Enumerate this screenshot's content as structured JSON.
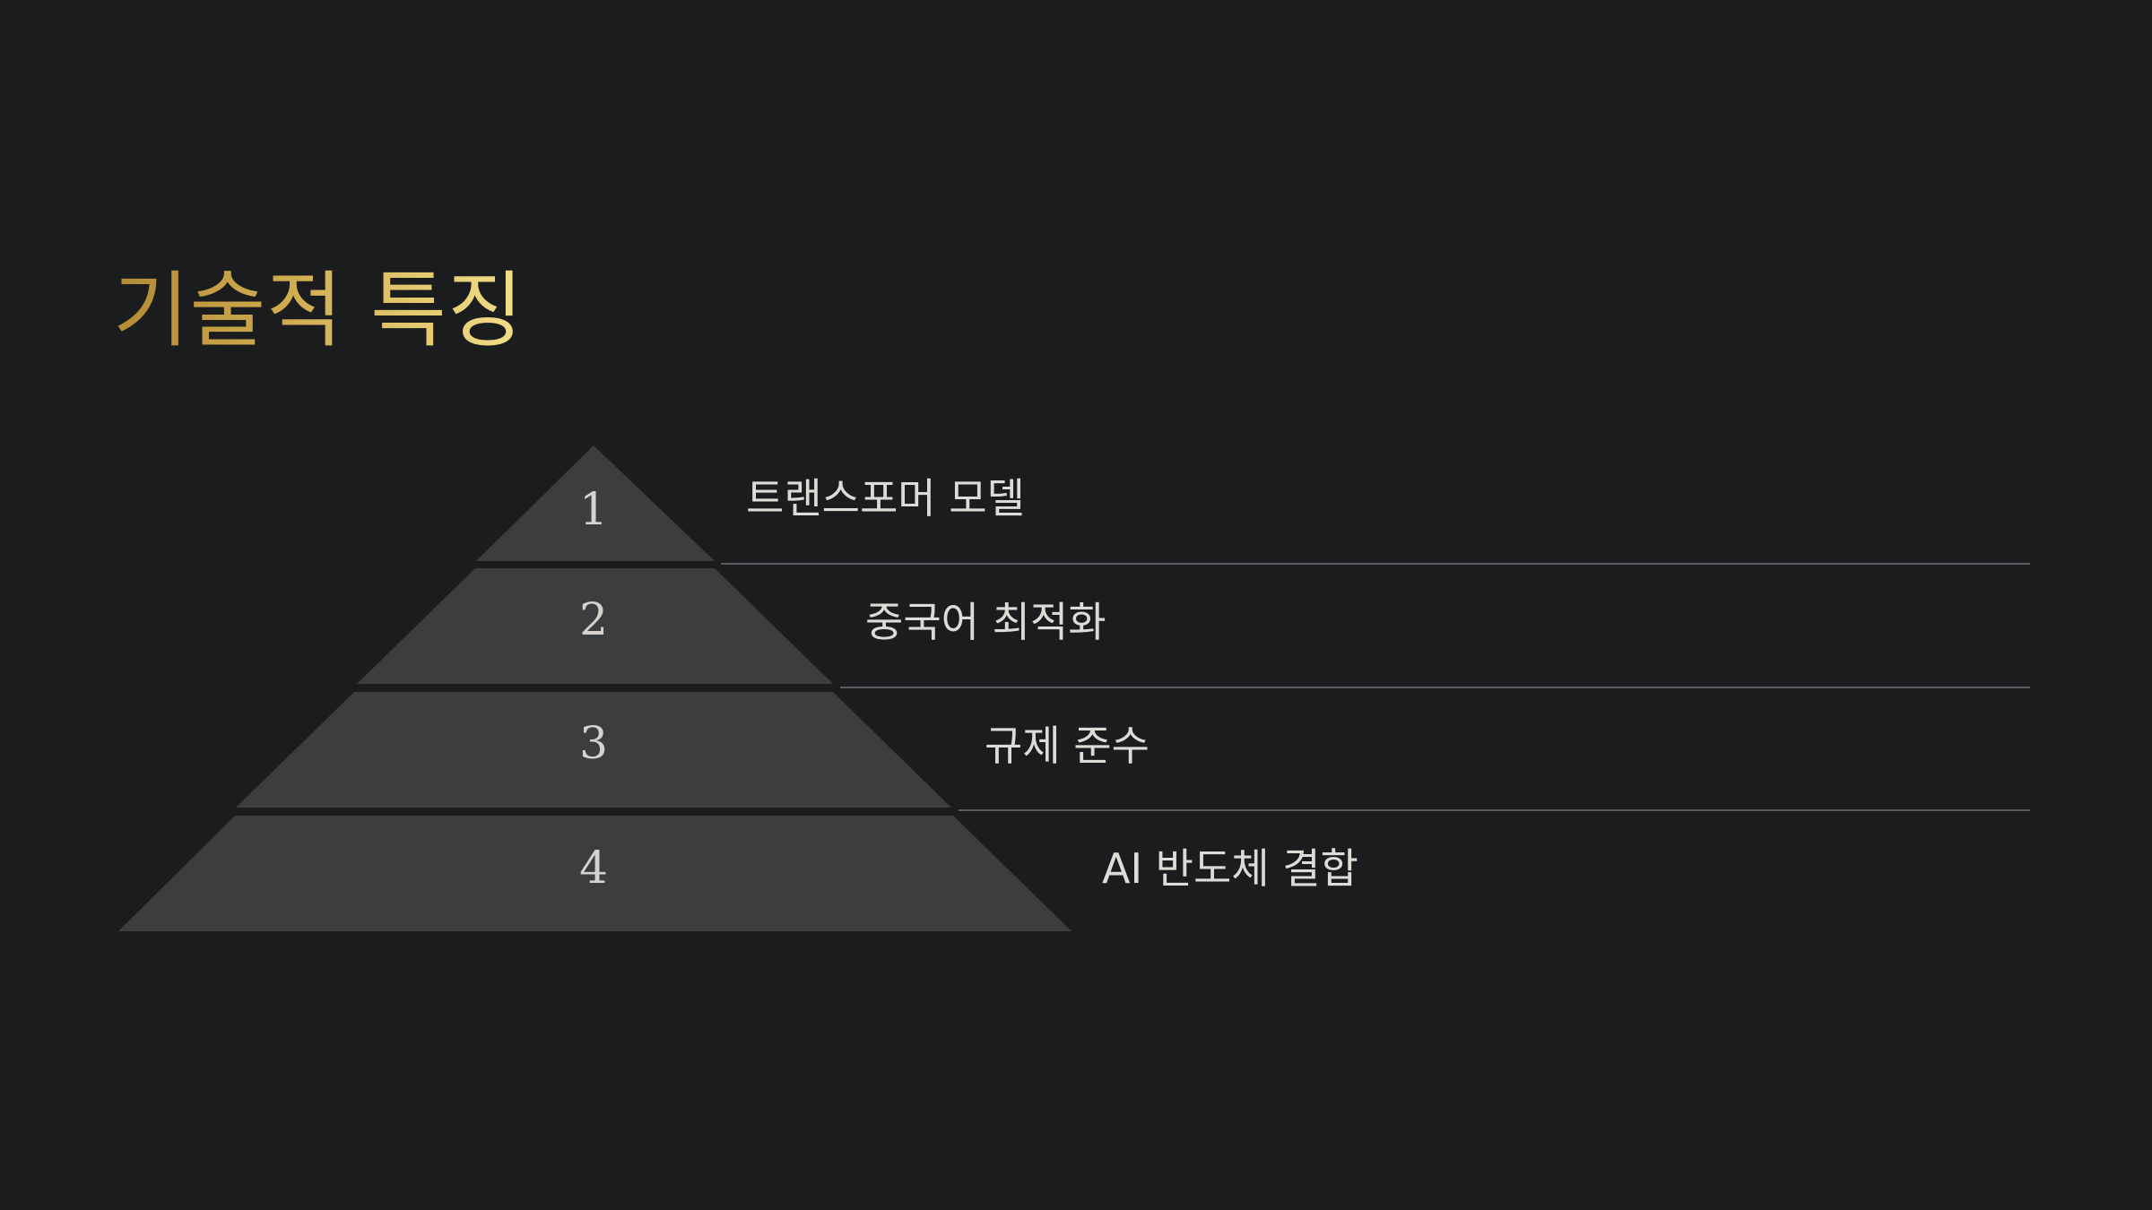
{
  "slide": {
    "title": "기술적 특징",
    "accent_gradient": [
      "#b18a34",
      "#f2e08a"
    ],
    "background": "#1b1c1e",
    "tier_fill": "#3c3d3f"
  },
  "tiers": [
    {
      "number": "1",
      "label": "트랜스포머 모델"
    },
    {
      "number": "2",
      "label": "중국어 최적화"
    },
    {
      "number": "3",
      "label": "규제 준수"
    },
    {
      "number": "4",
      "label": "AI 반도체 결합"
    }
  ]
}
